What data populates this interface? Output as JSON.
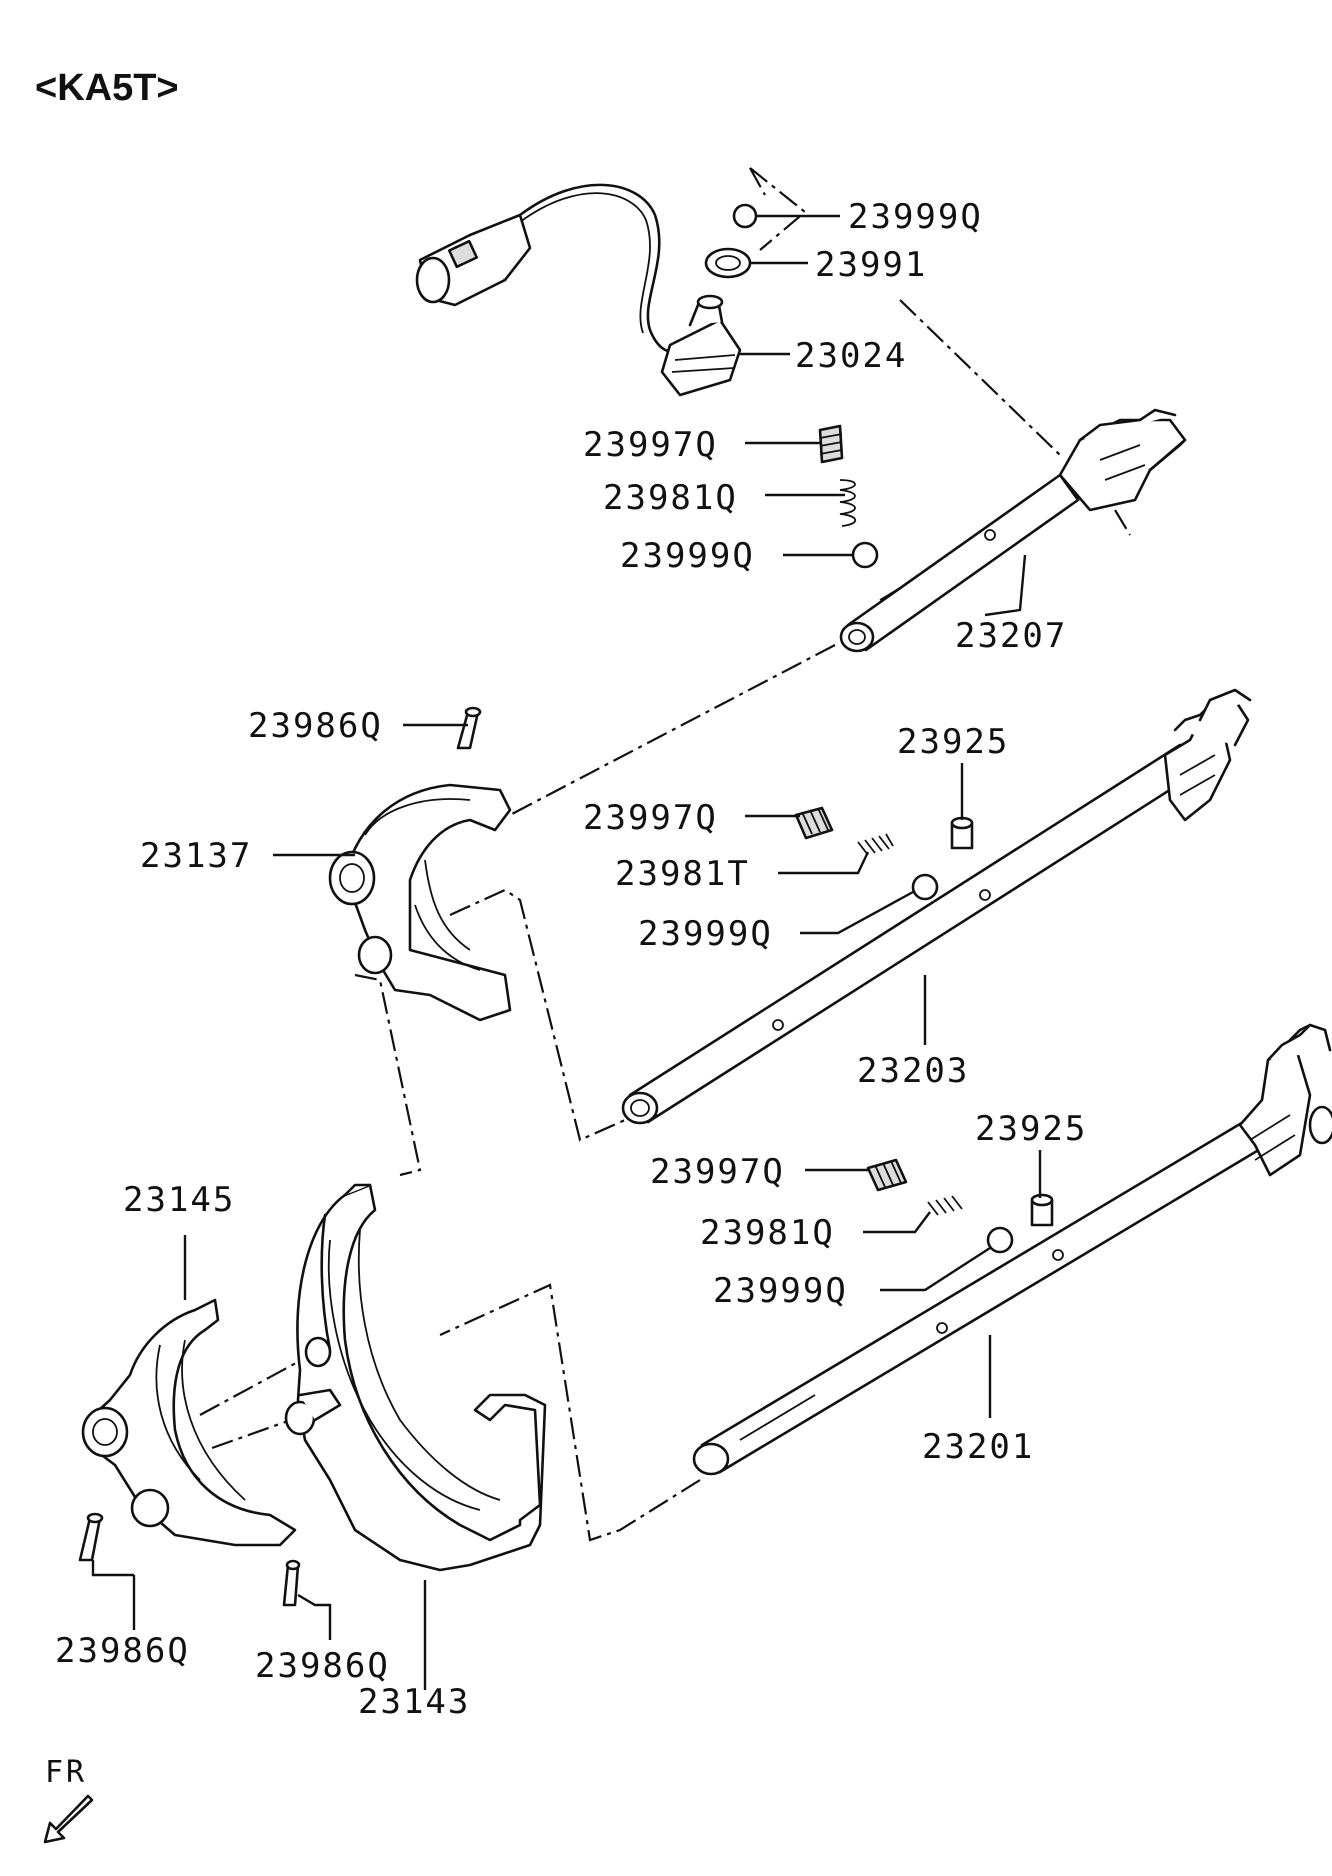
{
  "title": "<KA5T>",
  "direction_marker": "FR",
  "parts": {
    "p23999Q_a": "23999Q",
    "p23991": "23991",
    "p23024": "23024",
    "p23997Q_a": "23997Q",
    "p23981Q_a": "23981Q",
    "p23999Q_b": "23999Q",
    "p23207": "23207",
    "p23986Q_a": "23986Q",
    "p23925_a": "23925",
    "p23997Q_b": "23997Q",
    "p23137": "23137",
    "p23981T": "23981T",
    "p23999Q_c": "23999Q",
    "p23203": "23203",
    "p23925_b": "23925",
    "p23145": "23145",
    "p23997Q_c": "23997Q",
    "p23981Q_b": "23981Q",
    "p23999Q_d": "23999Q",
    "p23201": "23201",
    "p23986Q_b": "23986Q",
    "p23986Q_c": "23986Q",
    "p23143": "23143"
  }
}
